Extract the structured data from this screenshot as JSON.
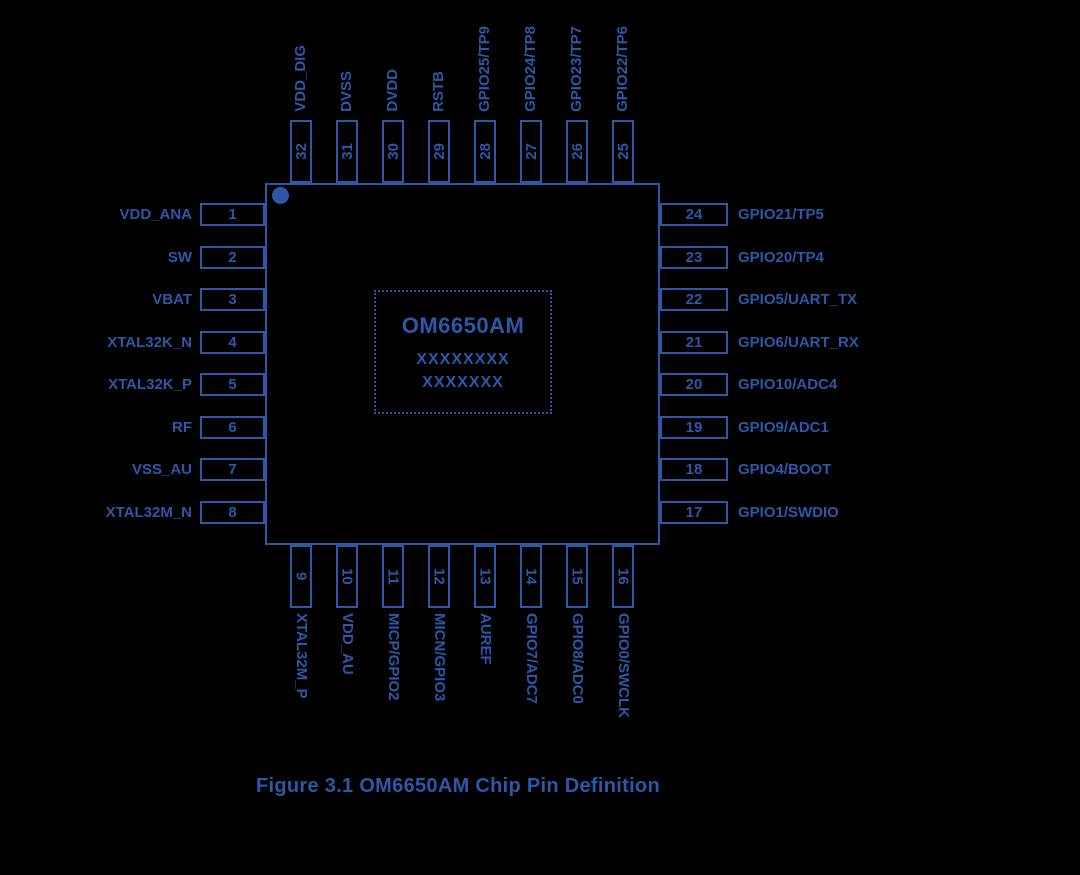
{
  "colors": {
    "accent": "#2e57a8",
    "background": "#000000"
  },
  "chip": {
    "name": "OM6650AM",
    "marking_line2": "XXXXXXXX",
    "marking_line3": "XXXXXXX"
  },
  "figure": {
    "caption": "Figure 3.1 OM6650AM Chip Pin Definition"
  },
  "pins": {
    "top": [
      {
        "number": "32",
        "label": "VDD_DIG"
      },
      {
        "number": "31",
        "label": "DVSS"
      },
      {
        "number": "30",
        "label": "DVDD"
      },
      {
        "number": "29",
        "label": "RSTB"
      },
      {
        "number": "28",
        "label": "GPIO25/TP9"
      },
      {
        "number": "27",
        "label": "GPIO24/TP8"
      },
      {
        "number": "26",
        "label": "GPIO23/TP7"
      },
      {
        "number": "25",
        "label": "GPIO22/TP6"
      }
    ],
    "right": [
      {
        "number": "24",
        "label": "GPIO21/TP5"
      },
      {
        "number": "23",
        "label": "GPIO20/TP4"
      },
      {
        "number": "22",
        "label": "GPIO5/UART_TX"
      },
      {
        "number": "21",
        "label": "GPIO6/UART_RX"
      },
      {
        "number": "20",
        "label": "GPIO10/ADC4"
      },
      {
        "number": "19",
        "label": "GPIO9/ADC1"
      },
      {
        "number": "18",
        "label": "GPIO4/BOOT"
      },
      {
        "number": "17",
        "label": "GPIO1/SWDIO"
      }
    ],
    "bottom": [
      {
        "number": "9",
        "label": "XTAL32M_P"
      },
      {
        "number": "10",
        "label": "VDD_AU"
      },
      {
        "number": "11",
        "label": "MICP/GPIO2"
      },
      {
        "number": "12",
        "label": "MICN/GPIO3"
      },
      {
        "number": "13",
        "label": "AUREF"
      },
      {
        "number": "14",
        "label": "GPIO7/ADC7"
      },
      {
        "number": "15",
        "label": "GPIO8/ADC0"
      },
      {
        "number": "16",
        "label": "GPIO0/SWCLK"
      }
    ],
    "left": [
      {
        "number": "1",
        "label": "VDD_ANA"
      },
      {
        "number": "2",
        "label": "SW"
      },
      {
        "number": "3",
        "label": "VBAT"
      },
      {
        "number": "4",
        "label": "XTAL32K_N"
      },
      {
        "number": "5",
        "label": "XTAL32K_P"
      },
      {
        "number": "6",
        "label": "RF"
      },
      {
        "number": "7",
        "label": "VSS_AU"
      },
      {
        "number": "8",
        "label": "XTAL32M_N"
      }
    ]
  }
}
